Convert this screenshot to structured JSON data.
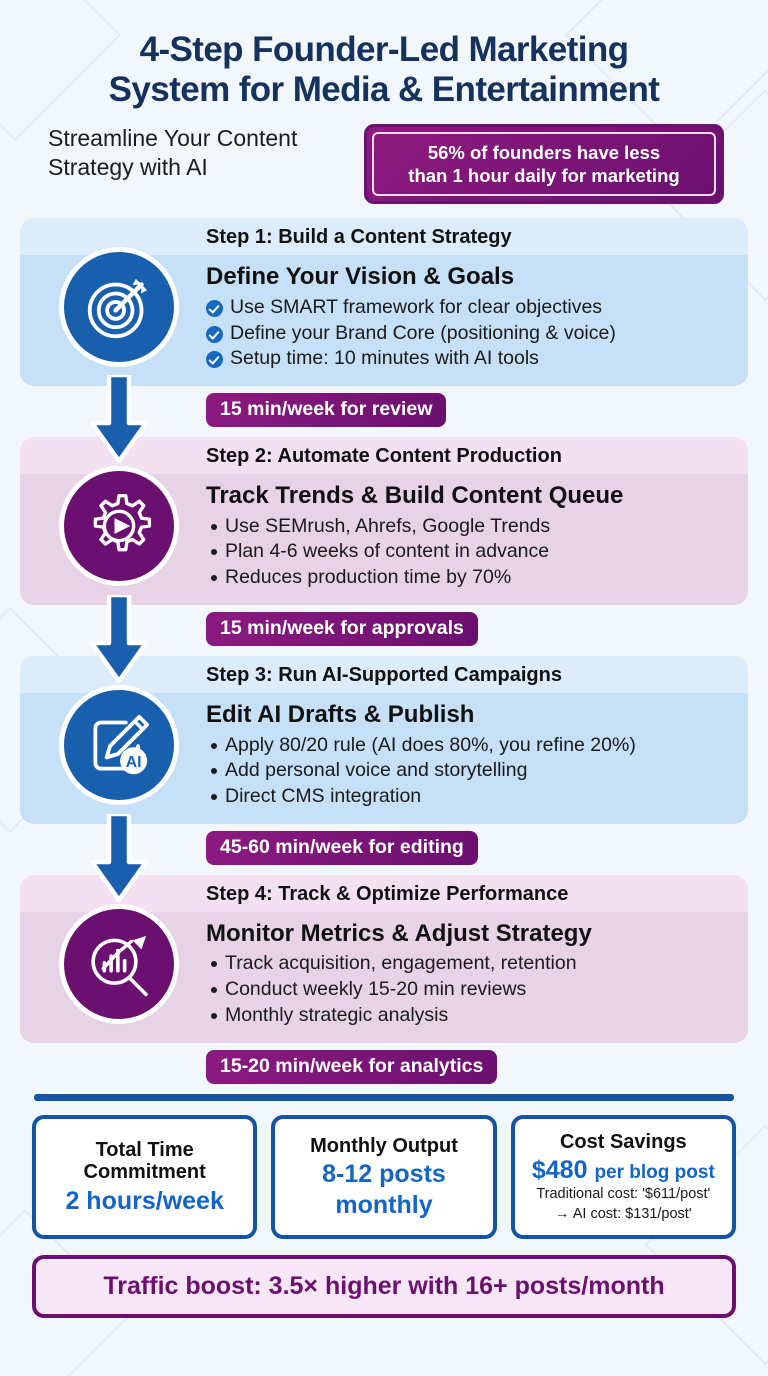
{
  "header": {
    "title_line1": "4-Step Founder-Led Marketing",
    "title_line2": "System for Media & Entertainment",
    "subtitle_line1": "Streamline Your Content",
    "subtitle_line2": "Strategy with AI",
    "stat_badge_line1": "56% of founders have less",
    "stat_badge_line2": "than 1 hour daily for marketing"
  },
  "steps": [
    {
      "head": "Step 1: Build a Content Strategy",
      "title": "Define Your Vision & Goals",
      "bullet_style": "check",
      "bullets": [
        "Use SMART framework for clear objectives",
        "Define your Brand Core (positioning & voice)",
        "Setup time: 10 minutes with AI tools"
      ],
      "time": "15 min/week for review",
      "icon": "target-arrow-icon",
      "accent": "#1860ad",
      "head_bg": "#dcecfb",
      "body_bg": "#c6e0f7"
    },
    {
      "head": "Step 2: Automate Content Production",
      "title": "Track Trends & Build Content Queue",
      "bullet_style": "dot",
      "bullets": [
        "Use SEMrush, Ahrefs, Google Trends",
        "Plan 4-6 weeks of content in advance",
        "Reduces production time by 70%"
      ],
      "time": "15 min/week for approvals",
      "icon": "gear-play-icon",
      "accent": "#6b1070",
      "head_bg": "#f3e0f1",
      "body_bg": "#e7d2e6"
    },
    {
      "head": "Step 3: Run AI-Supported Campaigns",
      "title": "Edit AI Drafts & Publish",
      "bullet_style": "dot",
      "bullets": [
        "Apply 80/20 rule (AI does 80%, you refine 20%)",
        "Add personal voice and storytelling",
        "Direct CMS integration"
      ],
      "time": "45-60 min/week for editing",
      "icon": "pencil-ai-icon",
      "accent": "#1860ad",
      "head_bg": "#dcecfb",
      "body_bg": "#c6e0f7"
    },
    {
      "head": "Step 4: Track & Optimize Performance",
      "title": "Monitor Metrics & Adjust Strategy",
      "bullet_style": "dot",
      "bullets": [
        "Track acquisition, engagement, retention",
        "Conduct weekly 15-20 min reviews",
        "Monthly strategic analysis"
      ],
      "time": "15-20 min/week for analytics",
      "icon": "magnifier-chart-icon",
      "accent": "#6b1070",
      "head_bg": "#f3e0f1",
      "body_bg": "#e7d2e6"
    }
  ],
  "stats": [
    {
      "title_line1": "Total Time",
      "title_line2": "Commitment",
      "value": "2 hours/week",
      "note_line1": "",
      "note_line2": ""
    },
    {
      "title_line1": "Monthly Output",
      "title_line2": "",
      "value_line1": "8-12 posts",
      "value_line2": "monthly",
      "note_line1": "",
      "note_line2": ""
    },
    {
      "title_line1": "Cost Savings",
      "title_line2": "",
      "value_main": "$480",
      "value_suffix": "per blog post",
      "note_line1": "Traditional cost: '$611/post'",
      "note_line2": "→ AI cost: $131/post'"
    }
  ],
  "footer": {
    "text": "Traffic boost: 3.5× higher with 16+ posts/month"
  },
  "colors": {
    "navy": "#15315e",
    "blue": "#1455a3",
    "purple": "#6b1070",
    "page_bg": "#f2f7fc"
  }
}
